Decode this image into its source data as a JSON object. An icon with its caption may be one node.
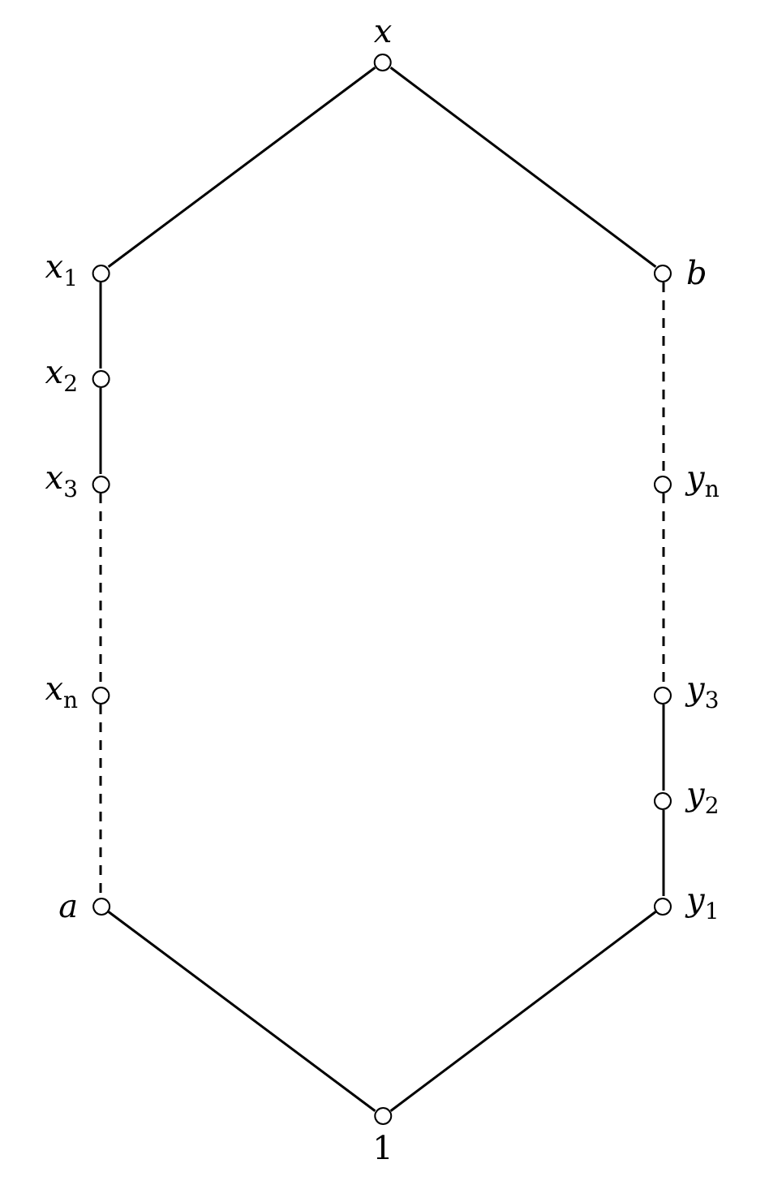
{
  "diagram": {
    "nodes": [
      {
        "text": [
          "x"
        ]
      },
      {
        "text": [
          "x$_{1}$"
        ]
      },
      {
        "text": [
          "b"
        ]
      },
      {
        "text": [
          "x$_{2}$"
        ]
      },
      {
        "text": [
          "x$_{3}$"
        ]
      },
      {
        "text": [
          "y$_{n}$"
        ]
      },
      {
        "text": [
          "x$_{n}$"
        ]
      },
      {
        "text": [
          "y$_{3}$"
        ]
      },
      {
        "text": [
          "y$_{2}$"
        ]
      },
      {
        "text": [
          "a"
        ]
      },
      {
        "text": [
          "y$_{1}$"
        ]
      },
      {
        "text": [
          "1"
        ]
      }
    ],
    "edges": [
      {
        "from": 0,
        "to": 1,
        "arrow": "none"
      },
      {
        "from": 0,
        "to": 2,
        "arrow": "none"
      },
      {
        "from": 1,
        "to": 3,
        "arrow": "none"
      },
      {
        "from": 3,
        "to": 4,
        "arrow": "none"
      },
      {
        "from": 4,
        "to": 6,
        "arrow": "none",
        "style": "dashed"
      },
      {
        "from": 6,
        "to": 9,
        "arrow": "none",
        "style": "dashed"
      },
      {
        "from": 9,
        "to": 11,
        "arrow": "none"
      },
      {
        "from": 2,
        "to": 5,
        "arrow": "none",
        "style": "dashed"
      },
      {
        "from": 5,
        "to": 7,
        "arrow": "none",
        "style": "dashed"
      },
      {
        "from": 7,
        "to": 8,
        "arrow": "none"
      },
      {
        "from": 8,
        "to": 10,
        "arrow": "none"
      },
      {
        "from": 10,
        "to": 11,
        "arrow": "none"
      }
    ]
  }
}
